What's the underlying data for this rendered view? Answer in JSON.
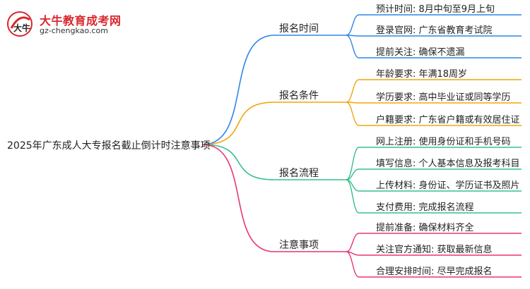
{
  "logo": {
    "title": "大牛教育成考网",
    "url": "gz-chengkao.com",
    "badge_text": "大牛"
  },
  "root": "2025年广东成人大专报名截止倒计时注意事项",
  "branches": [
    {
      "label": "报名时间",
      "color": "#2f86e8",
      "leaves": [
        "预计时间: 8月中旬至9月上旬",
        "登录官网: 广东省教育考试院",
        "提前关注: 确保不遗漏"
      ]
    },
    {
      "label": "报名条件",
      "color": "#f2a60d",
      "leaves": [
        "年龄要求: 年满18周岁",
        "学历要求: 高中毕业证或同等学历",
        "户籍要求: 广东省户籍或有效居住证"
      ]
    },
    {
      "label": "报名流程",
      "color": "#34c08a",
      "leaves": [
        "网上注册: 使用身份证和手机号码",
        "填写信息: 个人基本信息及报考科目",
        "上传材料: 身份证、学历证书及照片",
        "支付费用: 完成报名流程"
      ]
    },
    {
      "label": "注意事项",
      "color": "#e8347a",
      "leaves": [
        "提前准备: 确保材料齐全",
        "关注官方通知: 获取最新信息",
        "合理安排时间: 尽早完成报名"
      ]
    }
  ]
}
